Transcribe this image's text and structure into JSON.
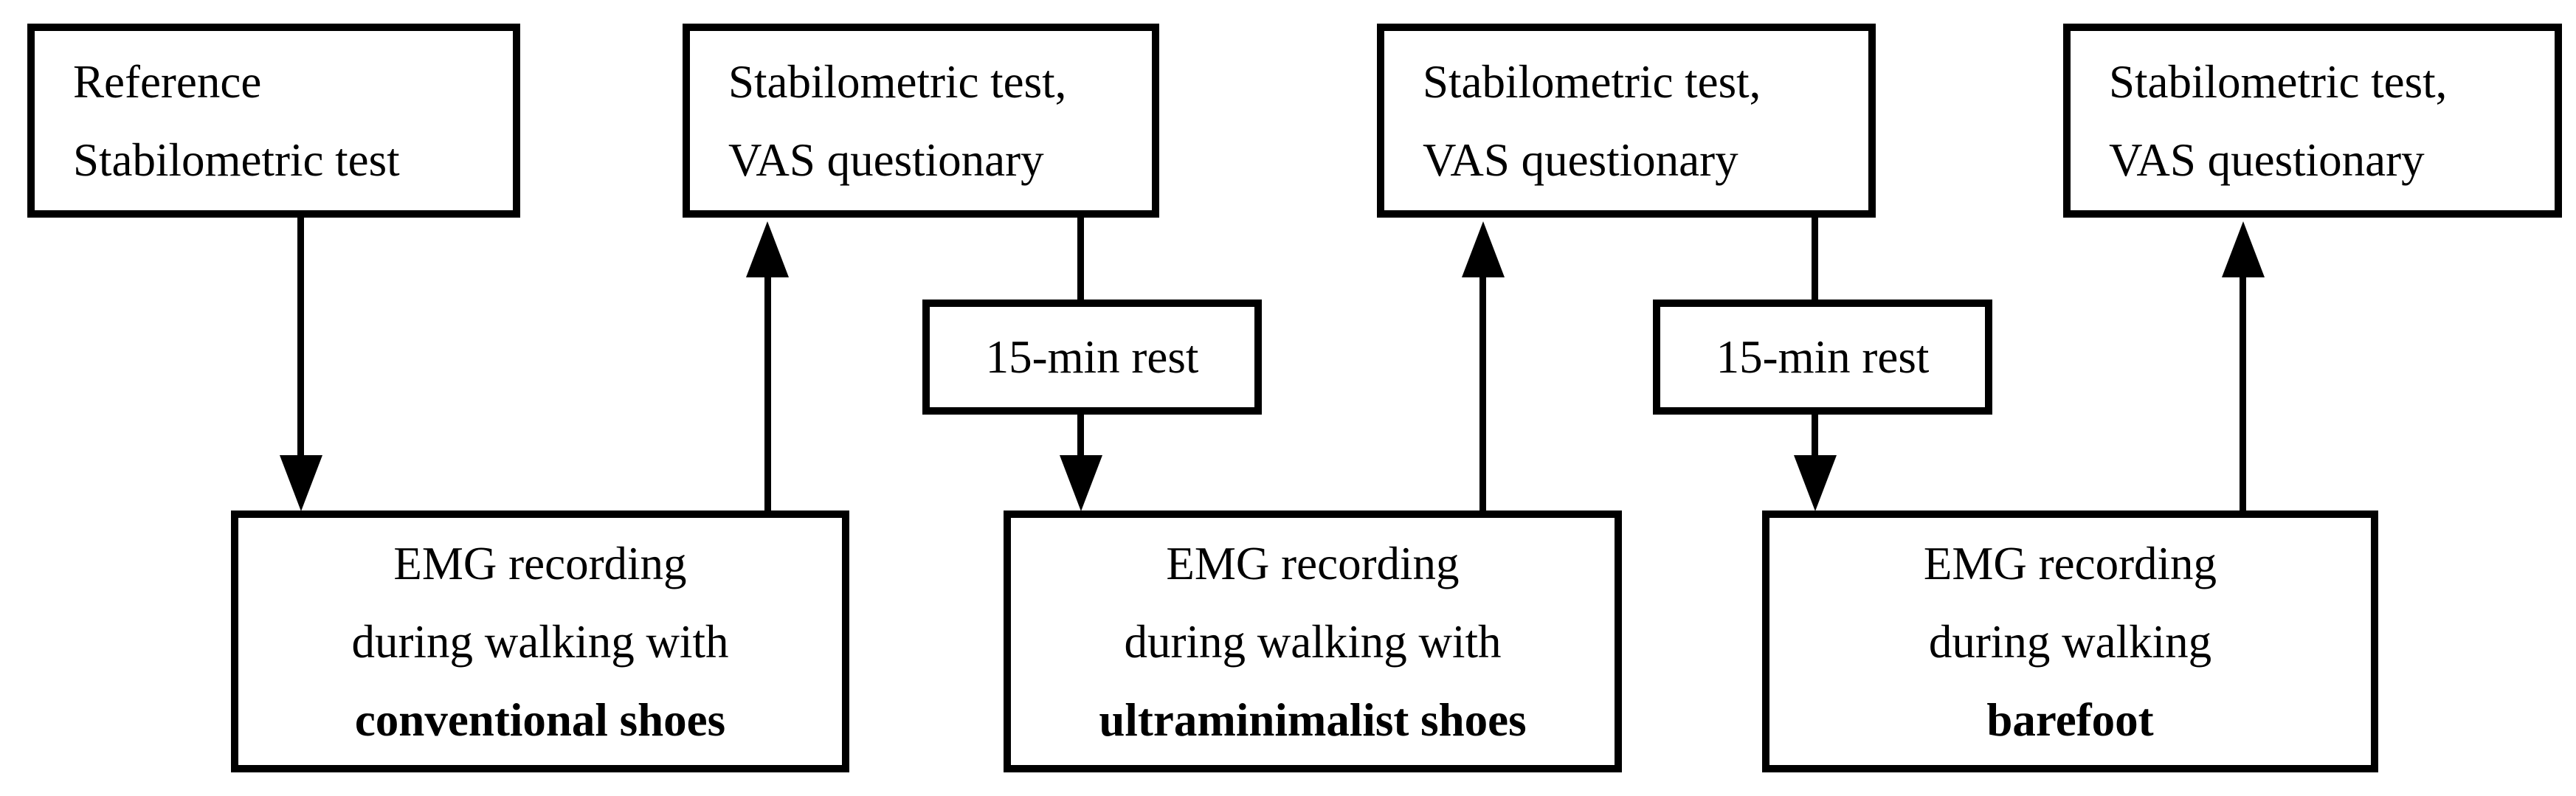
{
  "colors": {
    "ink": "#000000",
    "paper": "#ffffff"
  },
  "boxes": {
    "t1": {
      "lines": [
        "Reference",
        "Stabilometric test"
      ]
    },
    "t2": {
      "lines": [
        "Stabilometric test,",
        "VAS questionary"
      ]
    },
    "t3": {
      "lines": [
        "Stabilometric test,",
        "VAS questionary"
      ]
    },
    "t4": {
      "lines": [
        "Stabilometric test,",
        "VAS questionary"
      ]
    },
    "r1": {
      "label": "15-min rest"
    },
    "r2": {
      "label": "15-min rest"
    },
    "b1": {
      "lines": [
        "EMG recording",
        "during walking with"
      ],
      "emphasis": "conventional shoes"
    },
    "b2": {
      "lines": [
        "EMG recording",
        "during walking with"
      ],
      "emphasis": "ultraminimalist shoes"
    },
    "b3": {
      "lines": [
        "EMG recording",
        "during walking"
      ],
      "emphasis": "barefoot"
    }
  }
}
